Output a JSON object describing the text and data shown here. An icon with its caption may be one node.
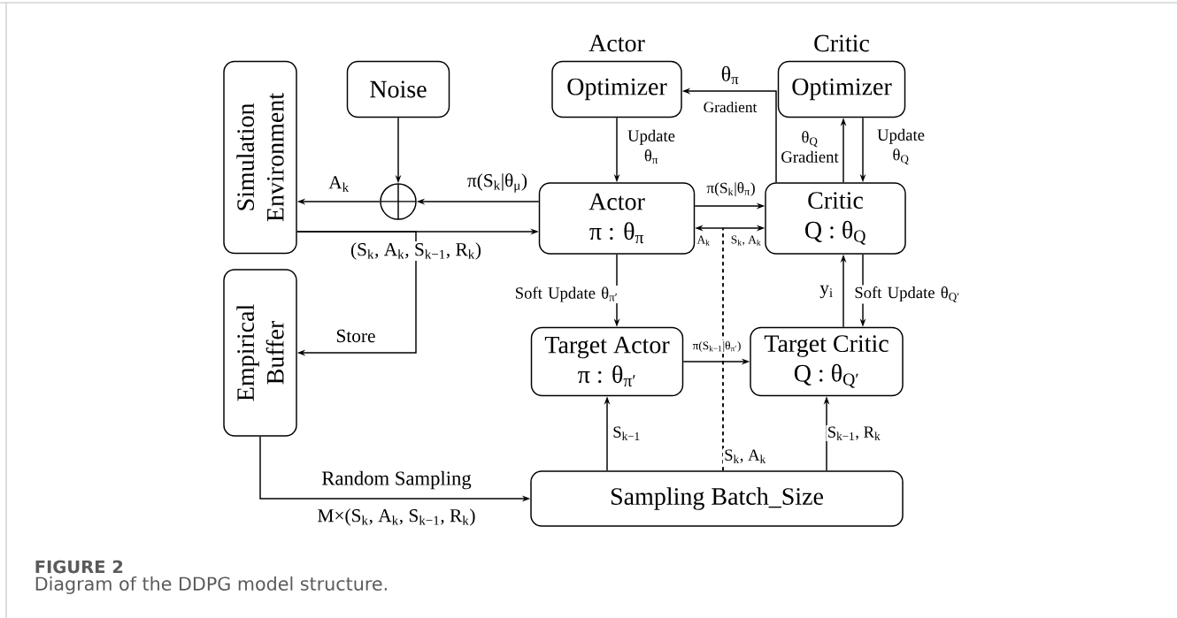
{
  "diagram": {
    "caption": "Diagram of the DDPG model structure.",
    "nodes": [
      {
        "text": [
          "Simulation Environment"
        ]
      },
      {
        "text": [
          "Noise"
        ]
      },
      {
        "text": [],
        "shape": "circle"
      },
      {
        "text": [
          "Actor",
          "Optimizer"
        ]
      },
      {
        "text": [
          "Critic",
          "Optimizer"
        ]
      },
      {
        "text": [
          "Actor",
          "π : θ$_{π}$"
        ]
      },
      {
        "text": [
          "Critic",
          "Q : θ$_{Q}$"
        ]
      },
      {
        "text": [
          "Empirical Buffer"
        ]
      },
      {
        "text": [
          "Target Actor",
          "π : θ$_{π′}$"
        ]
      },
      {
        "text": [
          "Target Critic",
          "Q : θ$_{Q′}$"
        ]
      },
      {
        "text": [
          "Sampling Batch_Size"
        ]
      }
    ],
    "edges": [
      {
        "from": 1,
        "to": 2,
        "arrow": "to"
      },
      {
        "from": 5,
        "to": 2,
        "arrow": "to",
        "label": "π(S$_{k}$|θ$_{μ}$)"
      },
      {
        "from": 2,
        "to": 0,
        "arrow": "to",
        "label": "A$_{k}$"
      },
      {
        "from": 0,
        "to": 5,
        "arrow": "to",
        "label": "(S$_{k}$, A$_{k}$, S$_{k−1}$, R$_{k}$)"
      },
      {
        "from": 0,
        "to": 7,
        "arrow": "to",
        "label": "Store"
      },
      {
        "from": 6,
        "to": 3,
        "arrow": "to",
        "label": "Gradient"
      },
      {
        "from": 6,
        "to": 4,
        "arrow": "to",
        "label": "θ$_{Q}$ Gradient"
      },
      {
        "from": 4,
        "to": 6,
        "arrow": "to",
        "label": "Update θ$_{Q}$"
      },
      {
        "from": 3,
        "to": 5,
        "arrow": "to",
        "label": "Update θ$_{π}$"
      },
      {
        "from": 5,
        "to": 6,
        "arrow": "to",
        "label": "π(S$_{k}$|θ$_{π}$)"
      },
      {
        "from": 10,
        "to": 5,
        "arrow": "to",
        "style": "dashed",
        "label": "A$_{k}$"
      },
      {
        "from": 10,
        "to": 6,
        "arrow": "to",
        "style": "dashed",
        "label": "S$_{k}$, A$_{k}$"
      },
      {
        "from": 5,
        "to": 8,
        "arrow": "to",
        "label": "Soft Update θ$_{π′}$"
      },
      {
        "from": 6,
        "to": 9,
        "arrow": "to",
        "label": "Soft Update θ$_{Q′}$"
      },
      {
        "from": 9,
        "to": 6,
        "arrow": "to",
        "label": "y$_{i}$"
      },
      {
        "from": 8,
        "to": 9,
        "arrow": "to",
        "label": "π(S$_{k−1}$|θ$_{π′}$)"
      },
      {
        "from": 10,
        "to": 8,
        "arrow": "to",
        "label": "S$_{k−1}$"
      },
      {
        "from": 10,
        "to": 9,
        "arrow": "to",
        "label": "S$_{k−1}$, R$_{k}$"
      },
      {
        "from": 7,
        "to": 10,
        "arrow": "to",
        "label": "Random Sampling"
      }
    ],
    "labels": [
      "θ$_{π}$",
      "S$_{k}$, A$_{k}$",
      "M×(S$_{k}$, A$_{k}$, S$_{k−1}$, R$_{k}$)",
      "FIGURE 2"
    ]
  }
}
